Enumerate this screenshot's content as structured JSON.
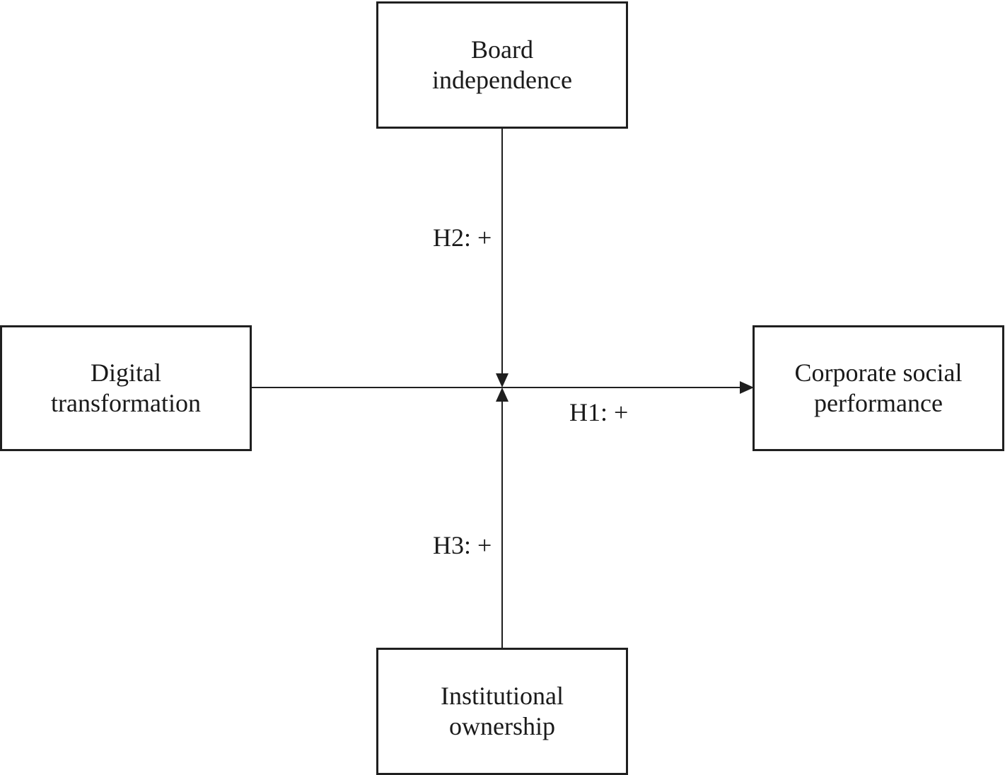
{
  "nodes": {
    "board_independence": [
      "Board",
      "independence"
    ],
    "digital_transformation": [
      "Digital",
      "transformation"
    ],
    "corporate_social_performance": [
      "Corporate social",
      "performance"
    ],
    "institutional_ownership": [
      "Institutional",
      "ownership"
    ]
  },
  "hypotheses": {
    "h1": "H1: +",
    "h2": "H2: +",
    "h3": "H3: +"
  },
  "edges": [
    {
      "from": "digital_transformation",
      "to": "corporate_social_performance",
      "label": "h1"
    },
    {
      "from": "board_independence",
      "to": "H1 path",
      "label": "h2"
    },
    {
      "from": "institutional_ownership",
      "to": "H1 path",
      "label": "h3"
    }
  ]
}
